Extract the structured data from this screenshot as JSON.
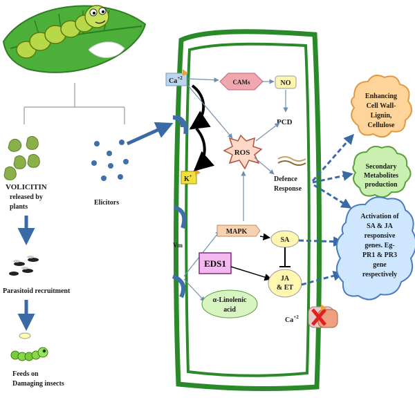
{
  "left_panel": {
    "volicitin": [
      "VOLICITIN",
      "released by",
      "plants"
    ],
    "elicitors": "Elicitors",
    "parasitoid": "Parasitoid recruitment",
    "feeds": [
      "Feeds on",
      "Damaging insects"
    ]
  },
  "cell": {
    "ca_top": "Ca",
    "ca_top_sup": "+2",
    "k": "K",
    "k_sup": "+",
    "vm": "Vm",
    "cams": "CAMs",
    "no": "NO",
    "pcd": "PCD",
    "ros": "ROS",
    "defence": [
      "Defence",
      "Response"
    ],
    "mapk": "MAPK",
    "sa": "SA",
    "eds1": "EDS1",
    "ja_et": [
      "JA",
      "& ET"
    ],
    "linolenic": [
      "α-Linolenic",
      "acid"
    ],
    "ca_bottom": "Ca",
    "ca_bottom_sup": "+2"
  },
  "right_panel": {
    "cell_wall": [
      "Enhancing",
      "Cell Wall-",
      "Lignin,",
      "Cellulose"
    ],
    "secondary": [
      "Secondary",
      "Metabolites",
      "production"
    ],
    "activation": [
      "Activation of",
      "SA & JA",
      "responsive",
      "genes. Eg-",
      "PR1 & PR3",
      "gene",
      "respectively"
    ]
  },
  "colors": {
    "membrane": "#2a8a2a",
    "leaf": "#4caf3a",
    "caterpillar": "#b8d84a",
    "node_blue": "#3f6fa8",
    "cloud_orange": "#ffd49a",
    "cloud_green": "#c9f0b0",
    "cloud_blue": "#cfe6ff",
    "cams_pink": "#f0a8b0",
    "eds1_pink": "#f4b8f0",
    "sa_yellow": "#fff6b0",
    "lino_green": "#d6f5c0"
  }
}
